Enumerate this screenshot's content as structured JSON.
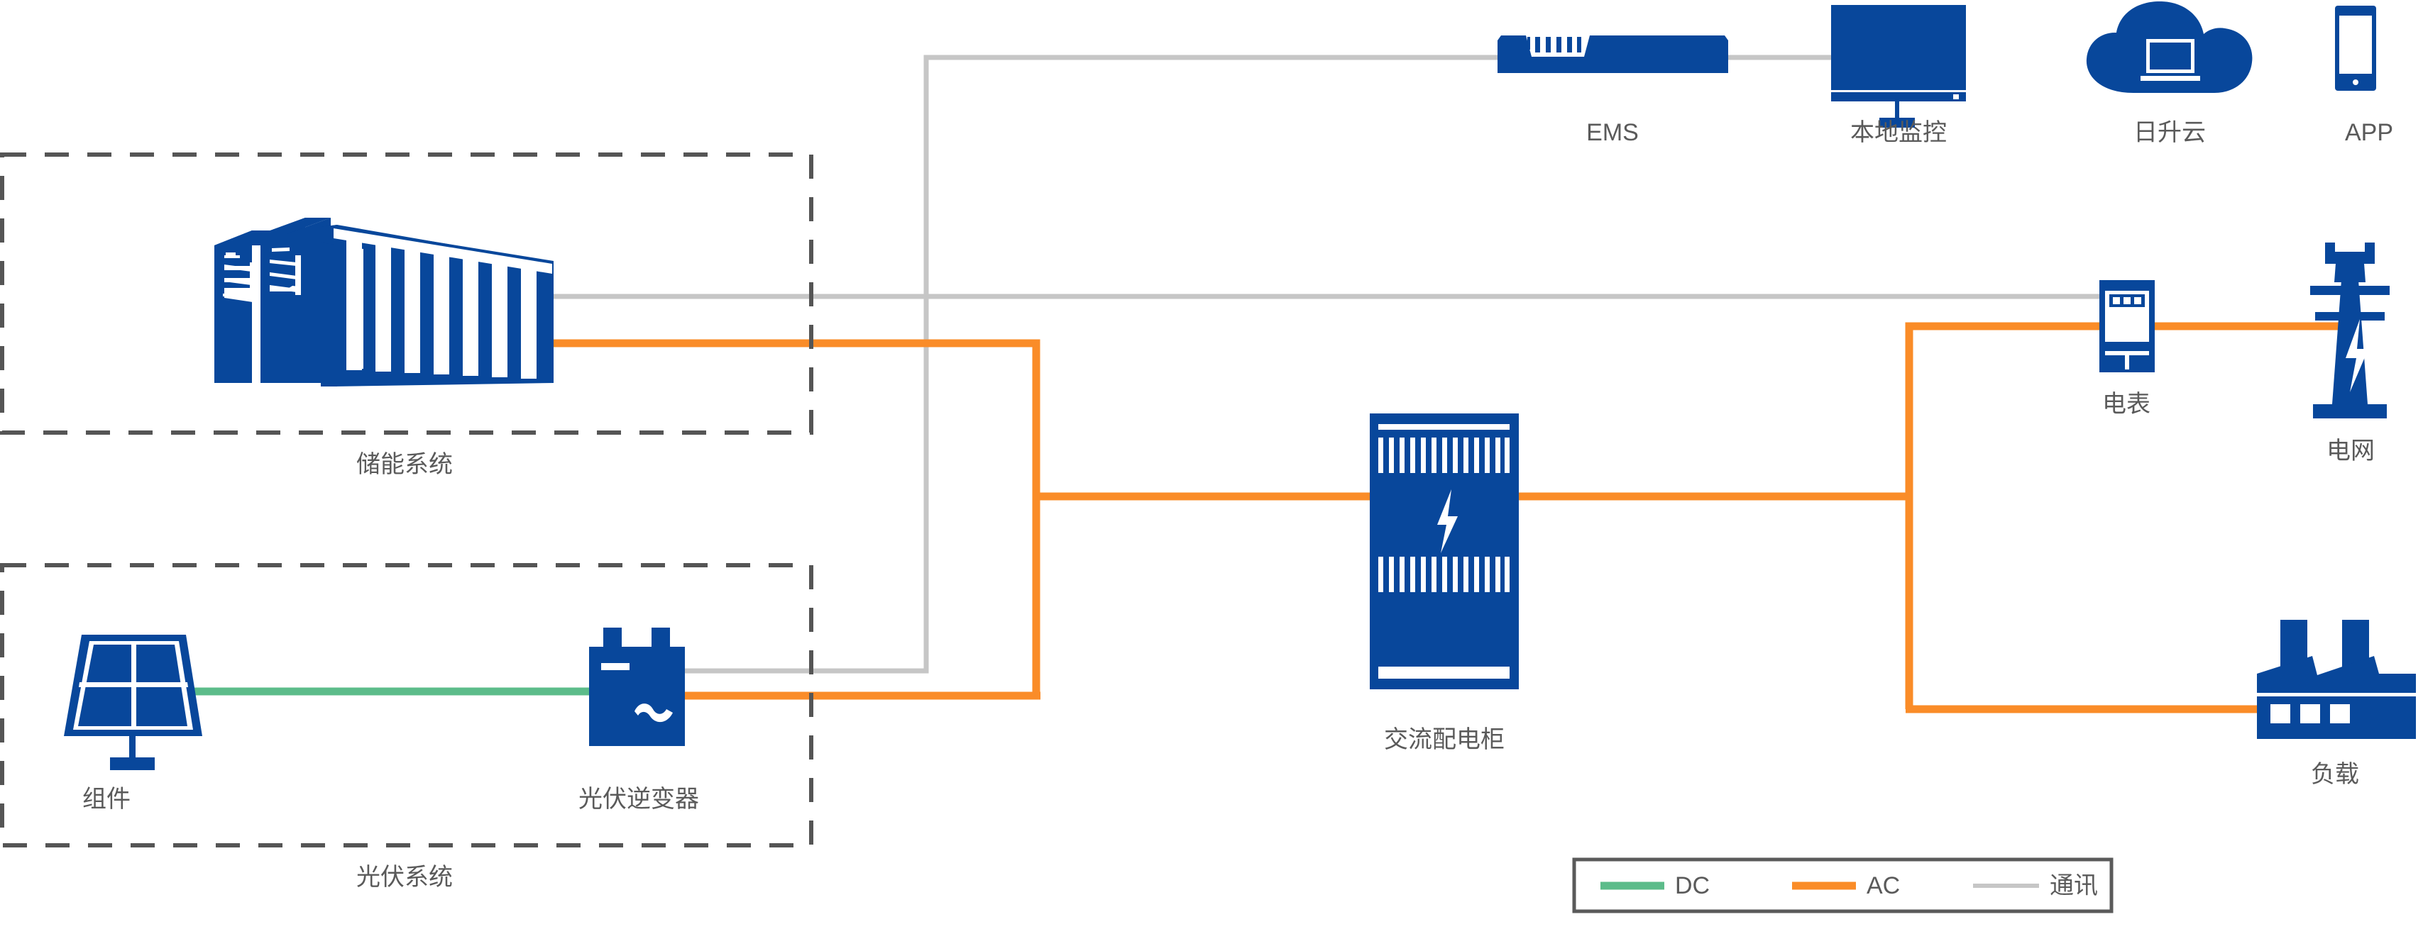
{
  "colors": {
    "brand_blue": "#08479B",
    "ac_orange": "#FA8C28",
    "dc_green": "#5CBC8A",
    "comm_gray": "#C6C6C6",
    "label_gray": "#5A5A5A",
    "dash_gray": "#555555",
    "background": "#FFFFFF"
  },
  "nodes": {
    "battery_container": {
      "label": "储能系统_unused"
    },
    "ems": {
      "label": "EMS"
    },
    "local_monitor": {
      "label": "本地监控"
    },
    "cloud": {
      "label": "日升云"
    },
    "app": {
      "label": "APP"
    },
    "energy_storage_group": {
      "label": "储能系统"
    },
    "pv_module": {
      "label": "组件"
    },
    "pv_inverter": {
      "label": "光伏逆变器"
    },
    "pv_group": {
      "label": "光伏系统"
    },
    "ac_cabinet": {
      "label": "交流配电柜"
    },
    "meter": {
      "label": "电表"
    },
    "grid": {
      "label": "电网"
    },
    "load": {
      "label": "负载"
    }
  },
  "legend": {
    "items": [
      {
        "key": "dc",
        "label": "DC",
        "color": "#5CBC8A"
      },
      {
        "key": "ac",
        "label": "AC",
        "color": "#FA8C28"
      },
      {
        "key": "comm",
        "label": "通讯",
        "color": "#C6C6C6"
      }
    ]
  }
}
